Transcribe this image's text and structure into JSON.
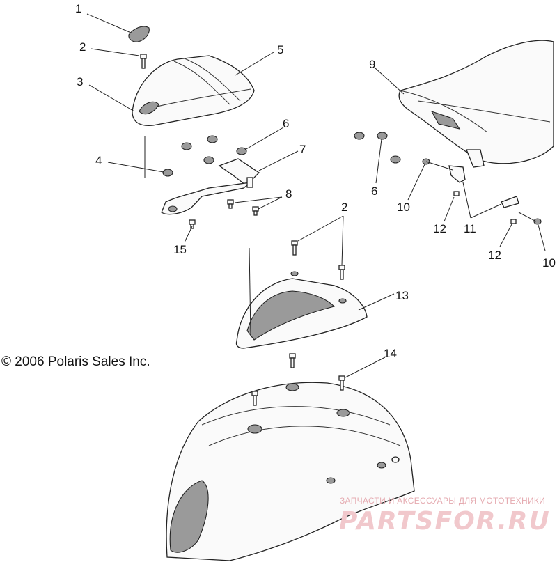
{
  "copyright": "© 2006 Polaris Sales Inc.",
  "watermark": {
    "tagline": "ЗАПЧАСТИ И АКСЕССУАРЫ ДЛЯ МОТОТЕХНИКИ",
    "brand": "PARTSFOR.RU"
  },
  "callouts": [
    "1",
    "2",
    "3",
    "4",
    "5",
    "6",
    "7",
    "8",
    "15",
    "9",
    "6",
    "10",
    "12",
    "11",
    "12",
    "10",
    "2",
    "13",
    "14"
  ]
}
